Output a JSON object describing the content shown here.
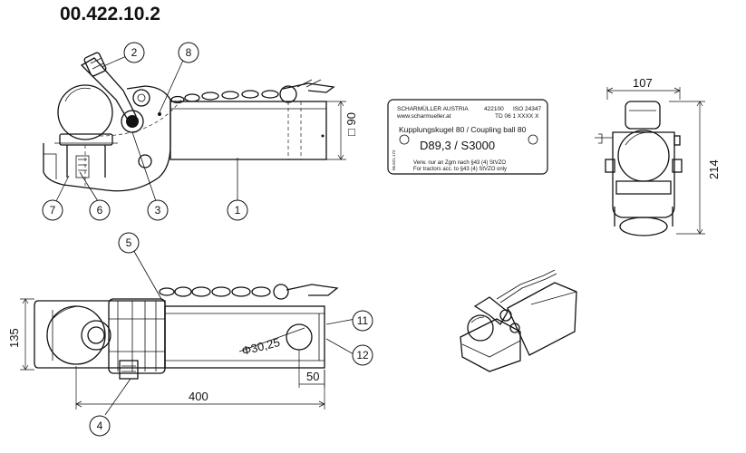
{
  "title": "00.422.10.2",
  "plate": {
    "maker": "SCHARMÜLLER AUSTRIA",
    "website": "www.scharmueller.at",
    "part_no": "422100",
    "iso": "ISO 24347",
    "td": "TD 06 1 XXXX X",
    "product": "Kupplungskugel 80 / Coupling ball 80",
    "rating": "D89,3 / S3000",
    "side_code": "06.621.172",
    "usage_de": "Verw. nur an Zgm nach §43 (4) StVZO",
    "usage_en": "For tractors acc. to §43 (4) StVZO only"
  },
  "dimensions": {
    "square": "□ 90",
    "width_top": "107",
    "height_side": "214",
    "width_plan": "135",
    "length": "400",
    "hole_offset": "50",
    "hole_dia": "Φ30,25"
  },
  "callouts": [
    "1",
    "2",
    "3",
    "4",
    "5",
    "6",
    "7",
    "8",
    "11",
    "12"
  ]
}
